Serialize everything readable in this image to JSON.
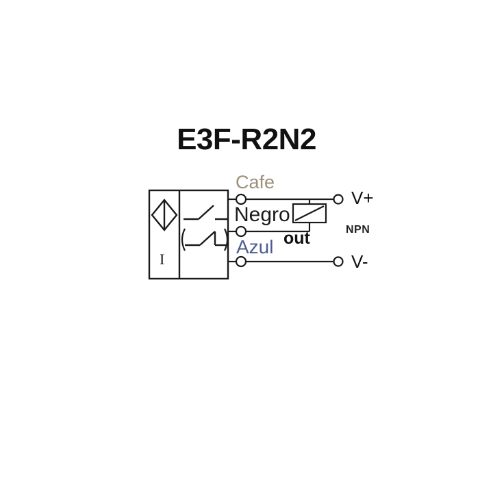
{
  "diagram": {
    "title": "E3F-R2N2",
    "type": "sensor-wiring-diagram",
    "background_color": "#ffffff",
    "line_color": "#1a1a1a",
    "sensor_body": {
      "emitter_symbol_name": "photoelectric-diamond-symbol",
      "current_label": "I",
      "contact_no_name": "normally-open-contact",
      "contact_nc_name": "normally-closed-contact"
    },
    "wires": [
      {
        "name": "brown-wire",
        "label": "Cafe",
        "color": "#9d8d79",
        "terminal": "V+"
      },
      {
        "name": "black-wire",
        "label": "Negro",
        "color": "#1a1a1a",
        "terminal": "out"
      },
      {
        "name": "blue-wire",
        "label": "Azul",
        "color": "#4c5c90",
        "terminal": "V-"
      }
    ],
    "output": {
      "label": "out",
      "transistor_type": "NPN",
      "load_symbol_name": "load-resistor-symbol"
    },
    "supply": {
      "positive_label": "V+",
      "negative_label": "V-"
    }
  }
}
